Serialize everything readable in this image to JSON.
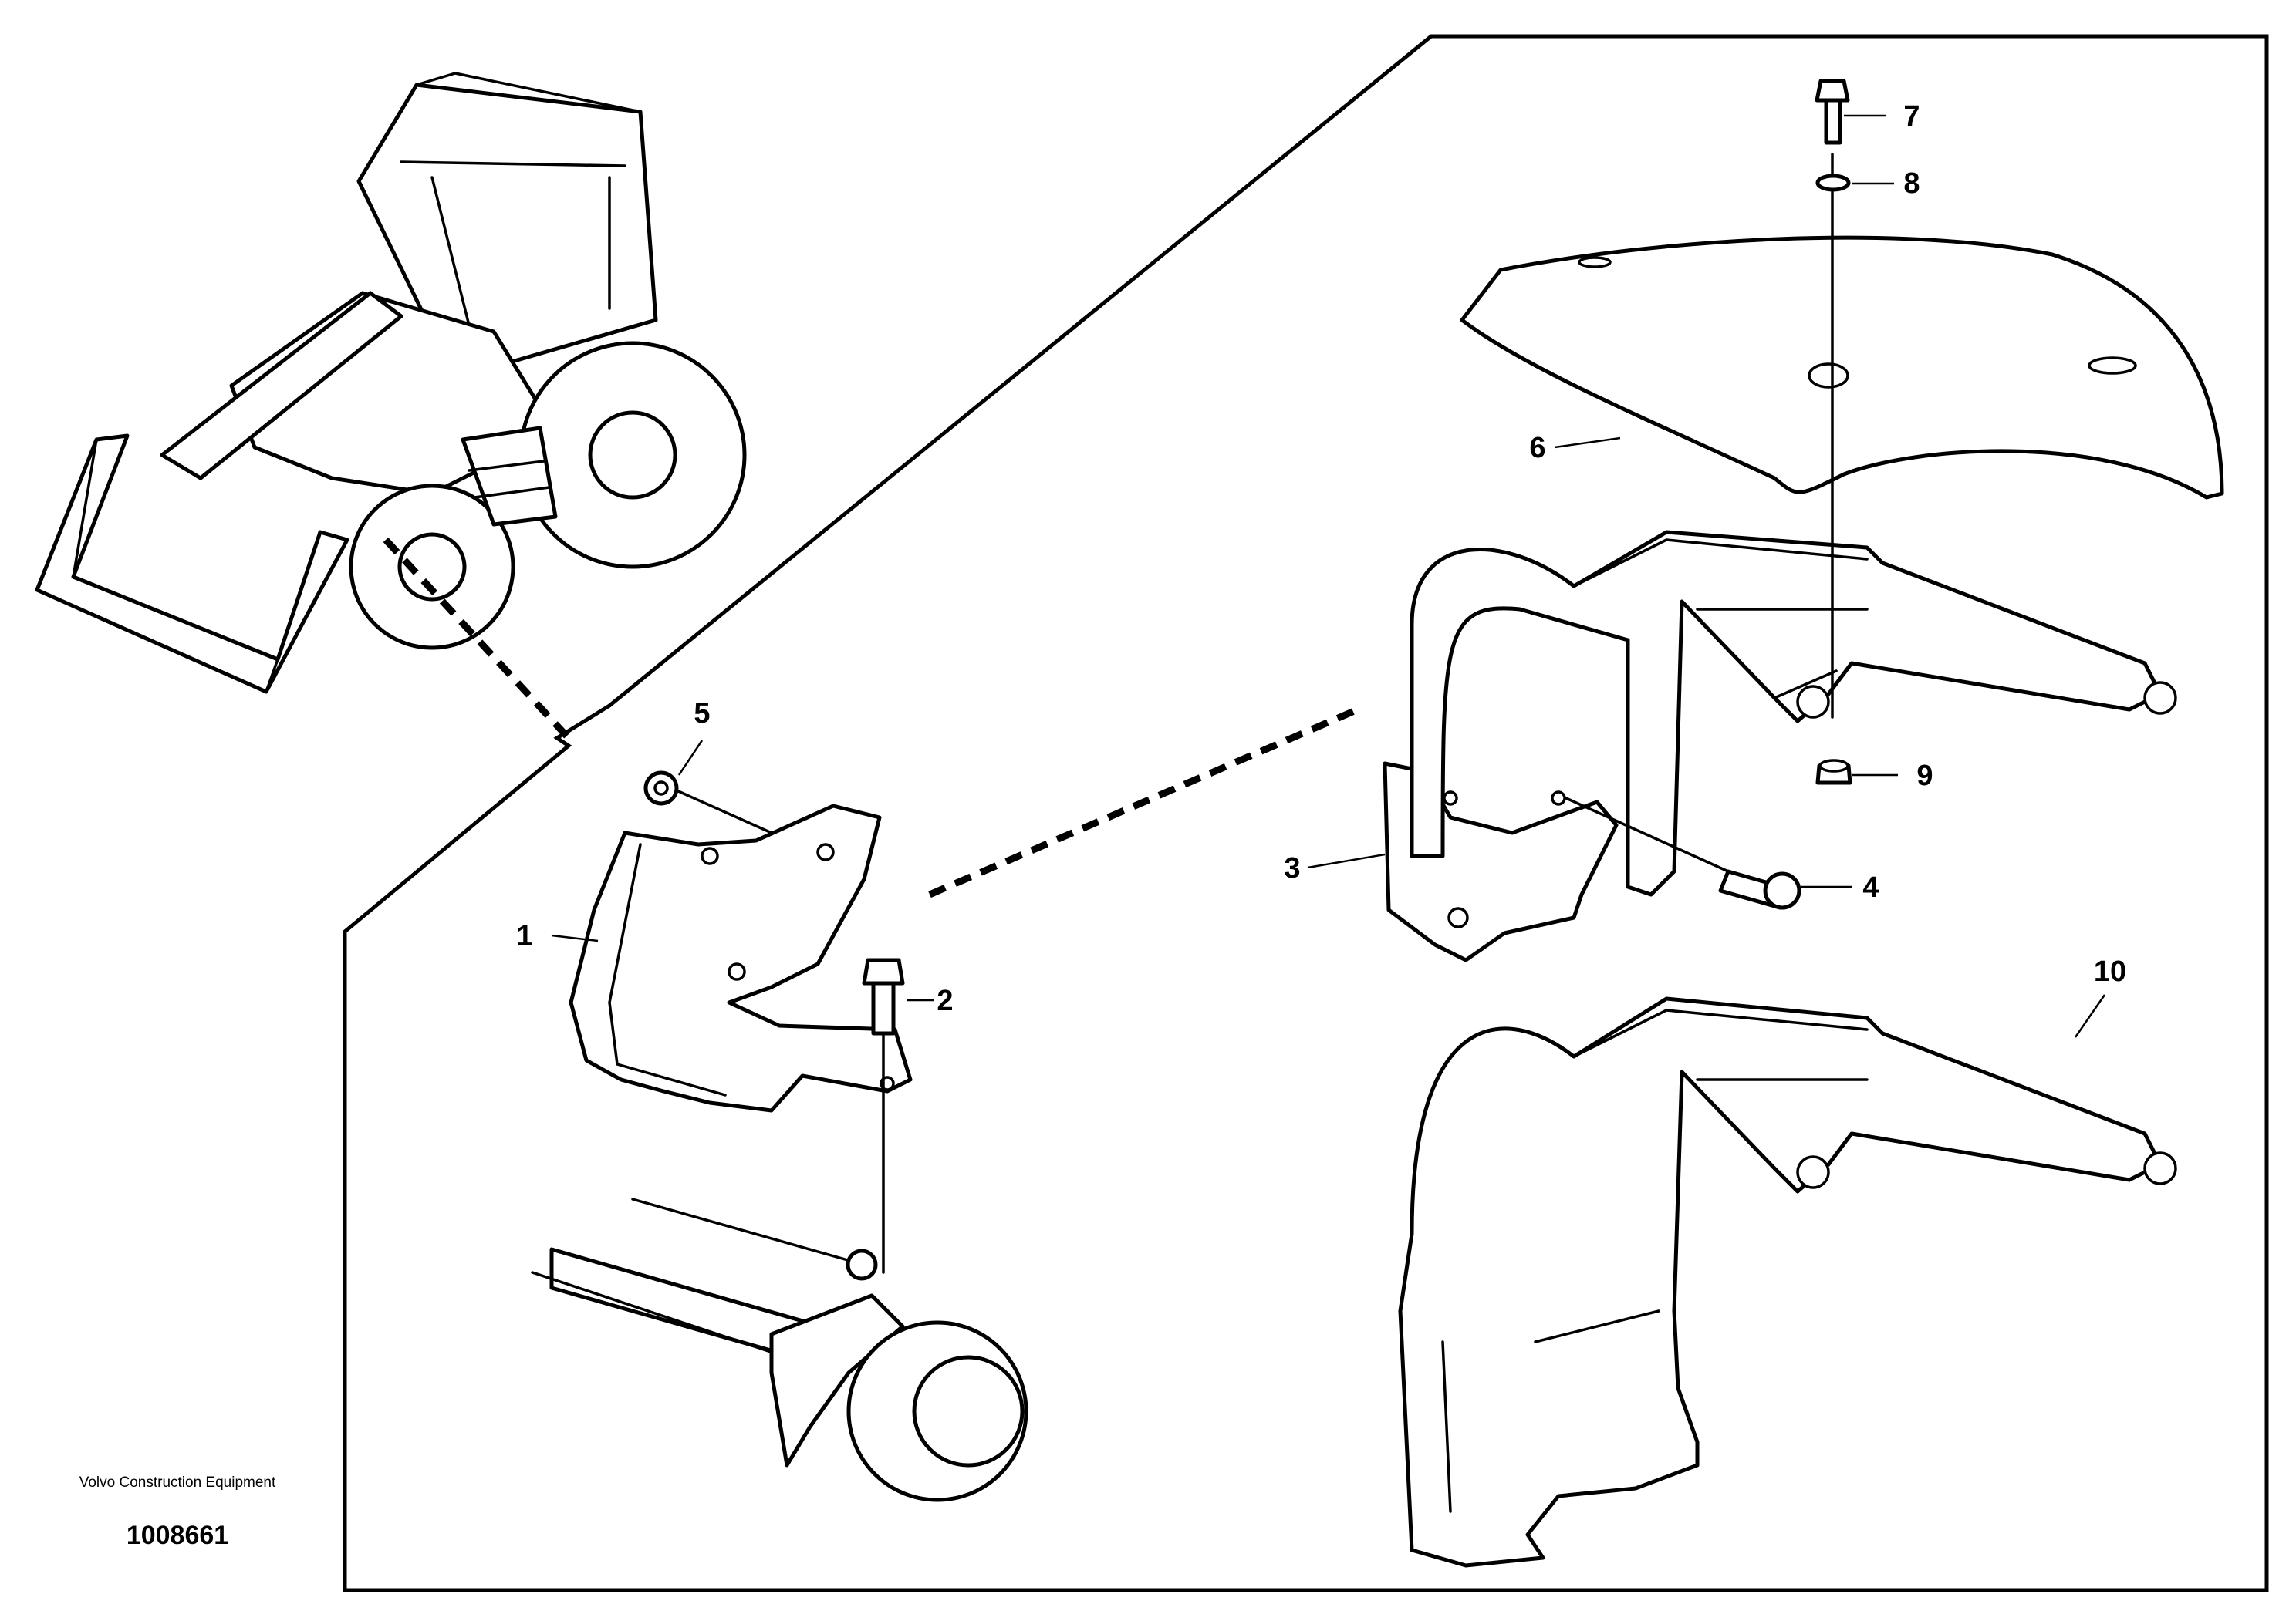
{
  "diagram": {
    "company_name": "Volvo Construction Equipment",
    "illustration_number": "1008661",
    "callouts": [
      "1",
      "2",
      "3",
      "4",
      "5",
      "6",
      "7",
      "8",
      "9",
      "10"
    ]
  },
  "colors": {
    "line": "#000000",
    "background": "#ffffff"
  }
}
